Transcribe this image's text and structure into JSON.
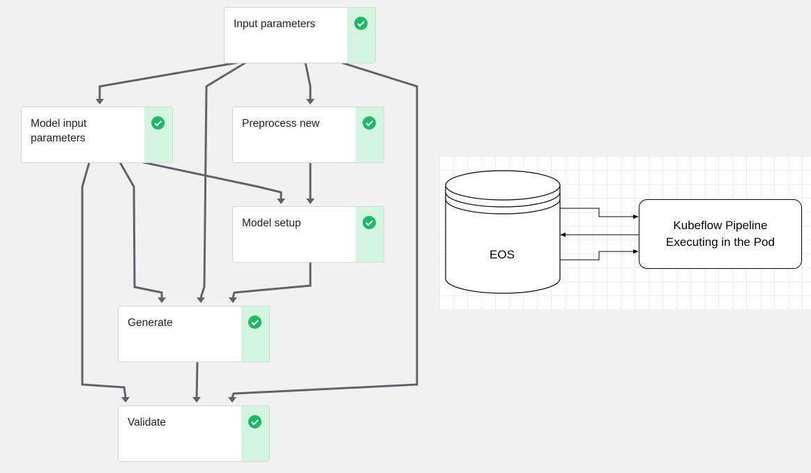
{
  "pipeline": {
    "nodes": [
      {
        "id": "input",
        "label": "Input parameters",
        "status": "succeeded"
      },
      {
        "id": "model-input",
        "label": "Model input parameters",
        "status": "succeeded"
      },
      {
        "id": "preprocess",
        "label": "Preprocess new",
        "status": "succeeded"
      },
      {
        "id": "model-setup",
        "label": "Model setup",
        "status": "succeeded"
      },
      {
        "id": "generate",
        "label": "Generate",
        "status": "succeeded"
      },
      {
        "id": "validate",
        "label": "Validate",
        "status": "succeeded"
      }
    ],
    "edges": [
      [
        "input",
        "model-input"
      ],
      [
        "input",
        "preprocess"
      ],
      [
        "input",
        "generate"
      ],
      [
        "input",
        "validate"
      ],
      [
        "model-input",
        "model-setup"
      ],
      [
        "model-input",
        "generate"
      ],
      [
        "model-input",
        "validate"
      ],
      [
        "preprocess",
        "model-setup"
      ],
      [
        "model-setup",
        "generate"
      ],
      [
        "generate",
        "validate"
      ]
    ],
    "colors": {
      "status_bg": "#d4f6e1",
      "check": "#1fb866",
      "edge": "#5f6368"
    }
  },
  "architecture": {
    "storage_label": "EOS",
    "process_label": "Kubeflow Pipeline Executing in the Pod",
    "process_label_line1": "Kubeflow Pipeline",
    "process_label_line2": "Executing in the Pod"
  }
}
